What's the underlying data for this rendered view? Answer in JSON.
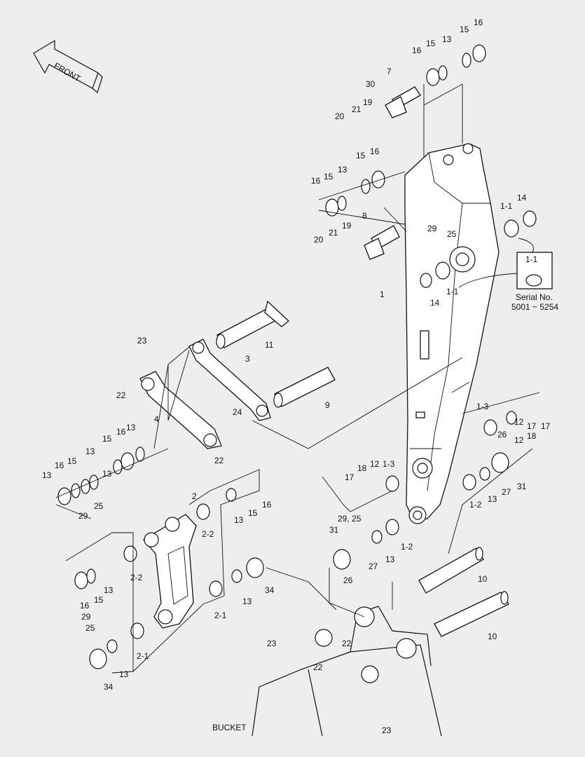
{
  "arrow": {
    "label": "FRONT"
  },
  "bucket_label": "BUCKET",
  "inset": {
    "label": "1-1",
    "serial_line1": "Serial No.",
    "serial_line2": "5001 ~ 5254"
  },
  "callouts": [
    {
      "id": "c16a",
      "text": "16"
    },
    {
      "id": "c15a",
      "text": "15"
    },
    {
      "id": "c13a",
      "text": "13"
    },
    {
      "id": "c16b",
      "text": "16"
    },
    {
      "id": "c15b",
      "text": "15"
    },
    {
      "id": "c7",
      "text": "7"
    },
    {
      "id": "c30",
      "text": "30"
    },
    {
      "id": "c21a",
      "text": "21"
    },
    {
      "id": "c19a",
      "text": "19"
    },
    {
      "id": "c20a",
      "text": "20"
    },
    {
      "id": "c15c",
      "text": "15"
    },
    {
      "id": "c16c",
      "text": "16"
    },
    {
      "id": "c13b",
      "text": "13"
    },
    {
      "id": "c16d",
      "text": "16"
    },
    {
      "id": "c15d",
      "text": "15"
    },
    {
      "id": "c8",
      "text": "8"
    },
    {
      "id": "c19b",
      "text": "19"
    },
    {
      "id": "c21b",
      "text": "21"
    },
    {
      "id": "c20b",
      "text": "20"
    },
    {
      "id": "c29a",
      "text": "29"
    },
    {
      "id": "c25a",
      "text": "25"
    },
    {
      "id": "c14a",
      "text": "14"
    },
    {
      "id": "c11a",
      "text": "1-1"
    },
    {
      "id": "c1",
      "text": "1"
    },
    {
      "id": "c14b",
      "text": "14"
    },
    {
      "id": "c11b",
      "text": "1-1"
    },
    {
      "id": "c23a",
      "text": "23"
    },
    {
      "id": "c11",
      "text": "11"
    },
    {
      "id": "c3",
      "text": "3"
    },
    {
      "id": "c22a",
      "text": "22"
    },
    {
      "id": "c9",
      "text": "9"
    },
    {
      "id": "c4",
      "text": "4"
    },
    {
      "id": "c24",
      "text": "24"
    },
    {
      "id": "c22b",
      "text": "22"
    },
    {
      "id": "c13c",
      "text": "13"
    },
    {
      "id": "c16e",
      "text": "16"
    },
    {
      "id": "c15e",
      "text": "15"
    },
    {
      "id": "c13d",
      "text": "13"
    },
    {
      "id": "c15f",
      "text": "15"
    },
    {
      "id": "c16f",
      "text": "16"
    },
    {
      "id": "c13e",
      "text": "13"
    },
    {
      "id": "c13f",
      "text": "13"
    },
    {
      "id": "c13g",
      "text": "1-3"
    },
    {
      "id": "c17a",
      "text": "17"
    },
    {
      "id": "c18a",
      "text": "18"
    },
    {
      "id": "c12a",
      "text": "12"
    },
    {
      "id": "c17b",
      "text": "17"
    },
    {
      "id": "c26a",
      "text": "26"
    },
    {
      "id": "c12b",
      "text": "12"
    },
    {
      "id": "c31a",
      "text": "31"
    },
    {
      "id": "c27a",
      "text": "27"
    },
    {
      "id": "c13h",
      "text": "13"
    },
    {
      "id": "c12c",
      "text": "1-2"
    },
    {
      "id": "c17c",
      "text": "17"
    },
    {
      "id": "c18b",
      "text": "18"
    },
    {
      "id": "c12d",
      "text": "12"
    },
    {
      "id": "c13i",
      "text": "1-3"
    },
    {
      "id": "c2a",
      "text": "2"
    },
    {
      "id": "c13j",
      "text": "13"
    },
    {
      "id": "c15g",
      "text": "15"
    },
    {
      "id": "c16g",
      "text": "16"
    },
    {
      "id": "c25b",
      "text": "25"
    },
    {
      "id": "c29b",
      "text": "29"
    },
    {
      "id": "c22c",
      "text": "2-2"
    },
    {
      "id": "c2925",
      "text": "29, 25"
    },
    {
      "id": "c31b",
      "text": "31"
    },
    {
      "id": "c12e",
      "text": "1-2"
    },
    {
      "id": "c27b",
      "text": "27"
    },
    {
      "id": "c13k",
      "text": "13"
    },
    {
      "id": "c26b",
      "text": "26"
    },
    {
      "id": "c13l",
      "text": "13"
    },
    {
      "id": "c22d",
      "text": "2-2"
    },
    {
      "id": "c16h",
      "text": "16"
    },
    {
      "id": "c15h",
      "text": "15"
    },
    {
      "id": "c10a",
      "text": "10"
    },
    {
      "id": "c34a",
      "text": "34"
    },
    {
      "id": "c13m",
      "text": "13"
    },
    {
      "id": "c29c",
      "text": "29"
    },
    {
      "id": "c25c",
      "text": "25"
    },
    {
      "id": "c21c",
      "text": "2-1"
    },
    {
      "id": "c23b",
      "text": "23"
    },
    {
      "id": "c22e",
      "text": "22"
    },
    {
      "id": "c10b",
      "text": "10"
    },
    {
      "id": "c21d",
      "text": "2-1"
    },
    {
      "id": "c22f",
      "text": "22"
    },
    {
      "id": "c34b",
      "text": "34"
    },
    {
      "id": "c13n",
      "text": "13"
    },
    {
      "id": "c23c",
      "text": "23"
    }
  ]
}
